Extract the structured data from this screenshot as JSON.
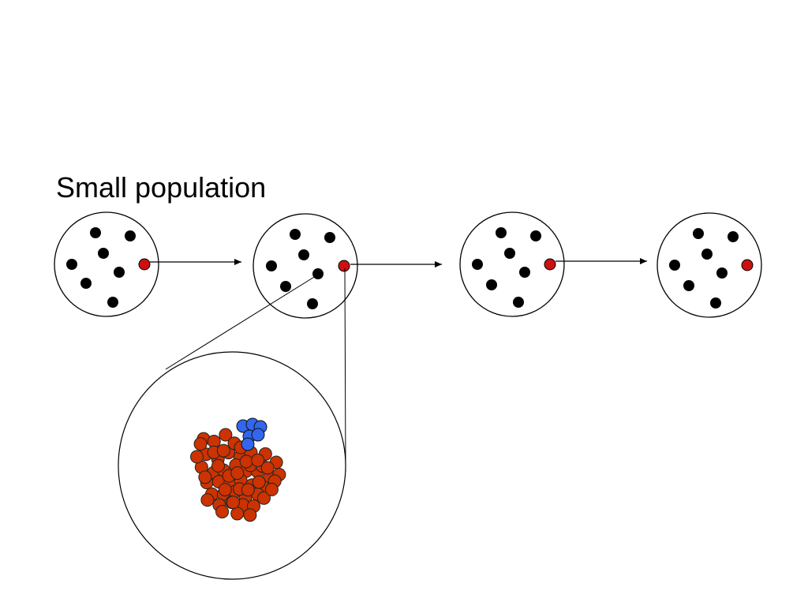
{
  "title": "Small population",
  "colors": {
    "individual": "#000000",
    "mutant": "#cc1111",
    "cell_red": "#cc3300",
    "cell_blue": "#3366ee",
    "stroke": "#000000",
    "background": "#ffffff"
  },
  "diagram": {
    "generations": 4,
    "individuals_per_population": 8,
    "mutants_per_population": 1,
    "zoom_inset": {
      "red_cells": 60,
      "blue_cells": 6
    }
  }
}
